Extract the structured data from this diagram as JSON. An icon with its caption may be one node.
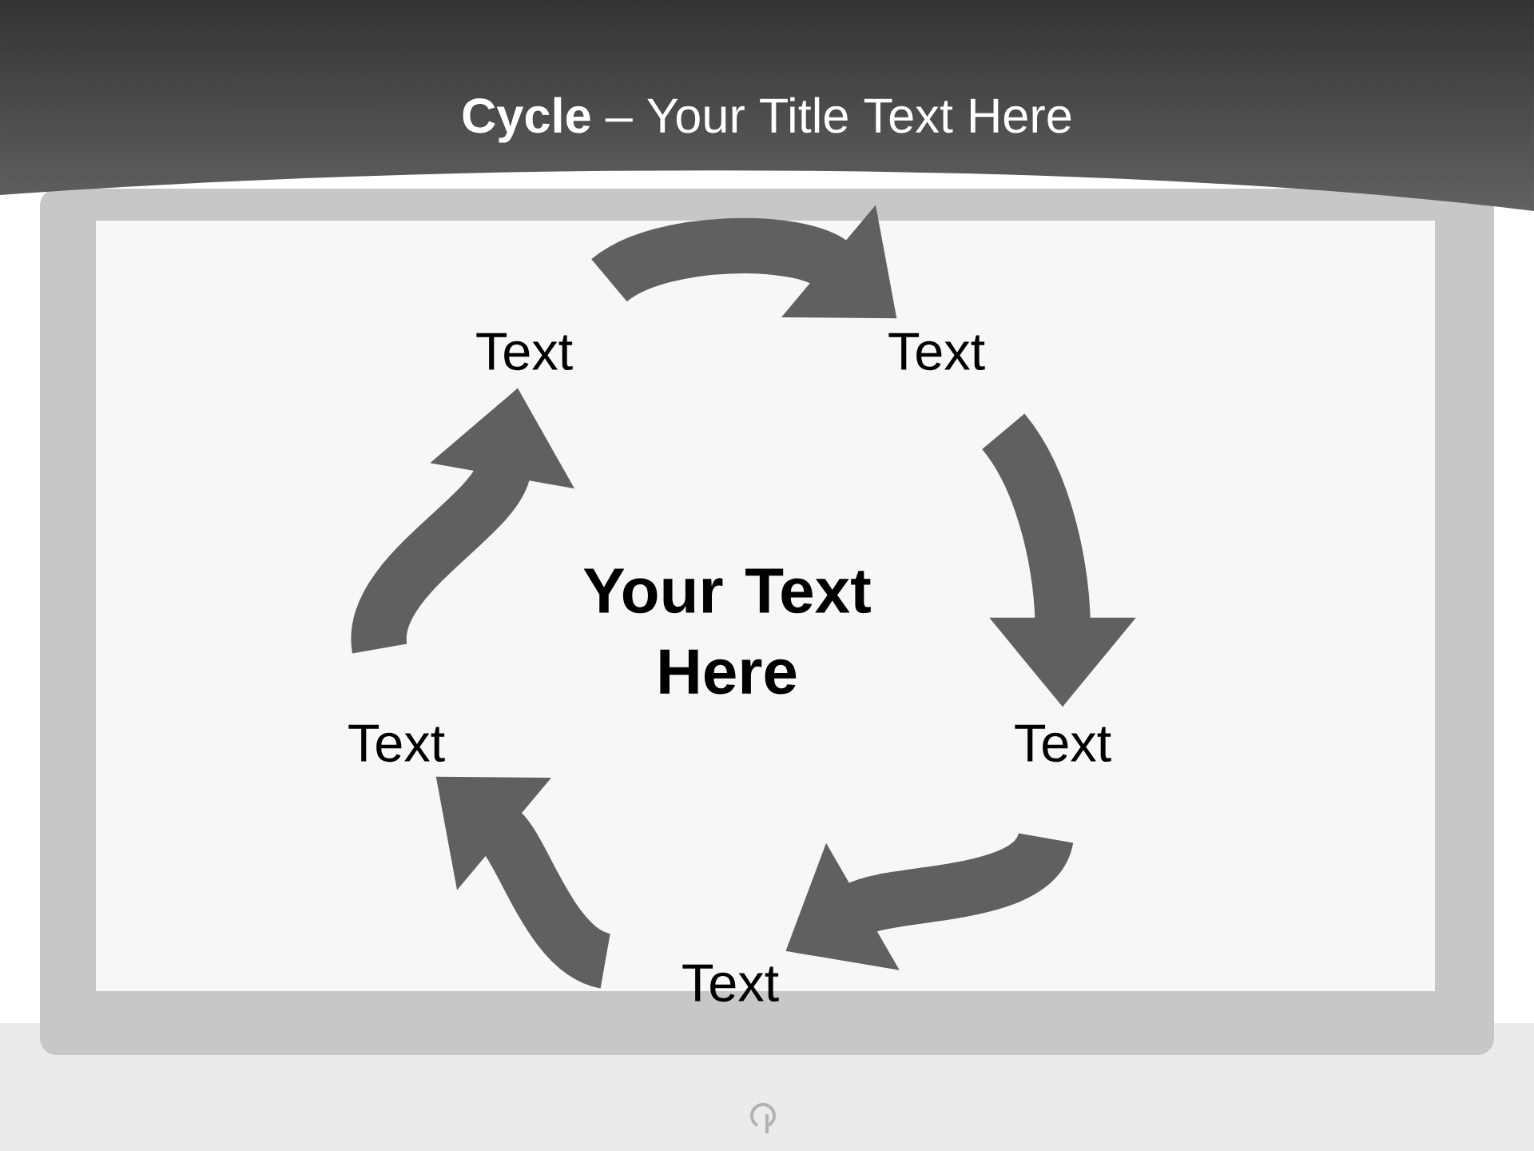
{
  "diagram": {
    "title": "**Cycle** – Your Title Text Here",
    "nodes": [
      {
        "text": [
          "Text"
        ]
      },
      {
        "text": [
          "Text"
        ]
      },
      {
        "text": [
          "Your Text Here"
        ]
      },
      {
        "text": [
          "Text"
        ]
      },
      {
        "text": [
          "Text"
        ]
      },
      {
        "text": [
          "Text"
        ]
      }
    ],
    "edges": [
      {
        "from": 0,
        "to": 1,
        "arrow": "to"
      },
      {
        "from": 1,
        "to": 4,
        "arrow": "to"
      },
      {
        "from": 4,
        "to": 5,
        "arrow": "to"
      },
      {
        "from": 5,
        "to": 3,
        "arrow": "to"
      },
      {
        "from": 3,
        "to": 0,
        "arrow": "to"
      }
    ]
  }
}
